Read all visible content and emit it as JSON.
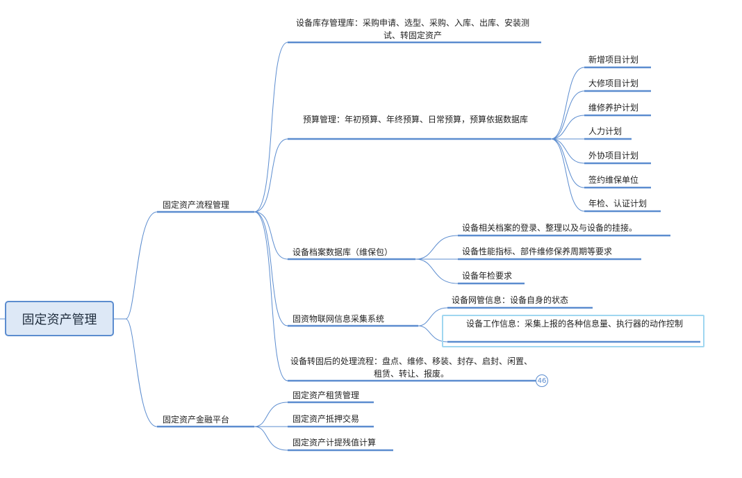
{
  "mindmap": {
    "root": "固定资产管理",
    "branches": [
      {
        "label": "固定资产流程管理",
        "children": [
          {
            "label": "设备库存管理库：采购申请、选型、采购、入库、出库、安装测试、转固定资产"
          },
          {
            "label": "预算管理：年初预算、年终预算、日常预算，预算依据数据库",
            "children": [
              "新增项目计划",
              "大修项目计划",
              "维修养护计划",
              "人力计划",
              "外协项目计划",
              "签约维保单位",
              "年检、认证计划"
            ]
          },
          {
            "label": "设备档案数据库（维保包）",
            "children": [
              "设备相关档案的登录、整理以及与设备的挂接。",
              "设备性能指标、部件维修保养周期等要求",
              "设备年检要求"
            ]
          },
          {
            "label": "固资物联网信息采集系统",
            "children": [
              "设备网管信息：设备自身的状态",
              "设备工作信息：采集上报的各种信息量、执行器的动作控制"
            ]
          },
          {
            "label": "设备转固后的处理流程：盘点、维修、移装、封存、启封、闲置、租赁、转让、报废。",
            "collapsed_count": "46"
          }
        ]
      },
      {
        "label": "固定资产金融平台",
        "children": [
          {
            "label": "固定资产租赁管理"
          },
          {
            "label": "固定资产抵押交易"
          },
          {
            "label": "固定资产计提残值计算"
          }
        ]
      }
    ]
  },
  "colors": {
    "line": "#5b8ccf",
    "root_fill": "#dde8f6",
    "selection": "#9fd6f0"
  }
}
